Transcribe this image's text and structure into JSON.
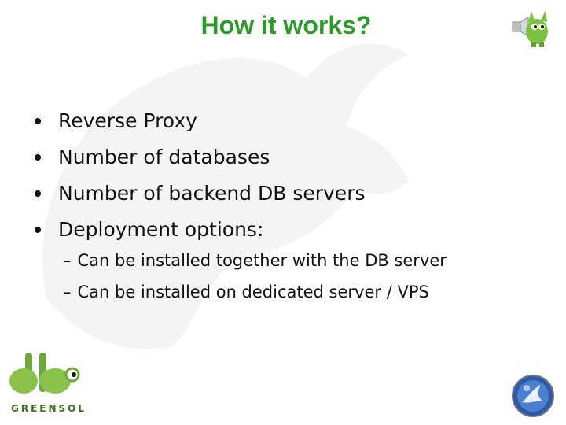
{
  "slide": {
    "title": "How it works?",
    "bullets": [
      "Reverse Proxy",
      "Number of databases",
      "Number of backend DB servers",
      "Deployment options:"
    ],
    "sub_bullets": [
      "Can be installed together with the DB server",
      "Can be installed on dedicated server / VPS"
    ],
    "logo_text": "GREENSOL"
  },
  "icons": {
    "mascot": "green-monster-megaphone-icon",
    "logo": "greensql-db-logo",
    "badge": "owasp-badge-icon",
    "bullet": "round-bullet",
    "sub_bullet": "dash"
  },
  "colors": {
    "title": "#2e9a2a",
    "text": "#111111",
    "logo_green": "#8bc34a",
    "logo_dark": "#3a6f1e",
    "watermark": "#f0f0f0",
    "badge_blue": "#2a5aa8"
  }
}
